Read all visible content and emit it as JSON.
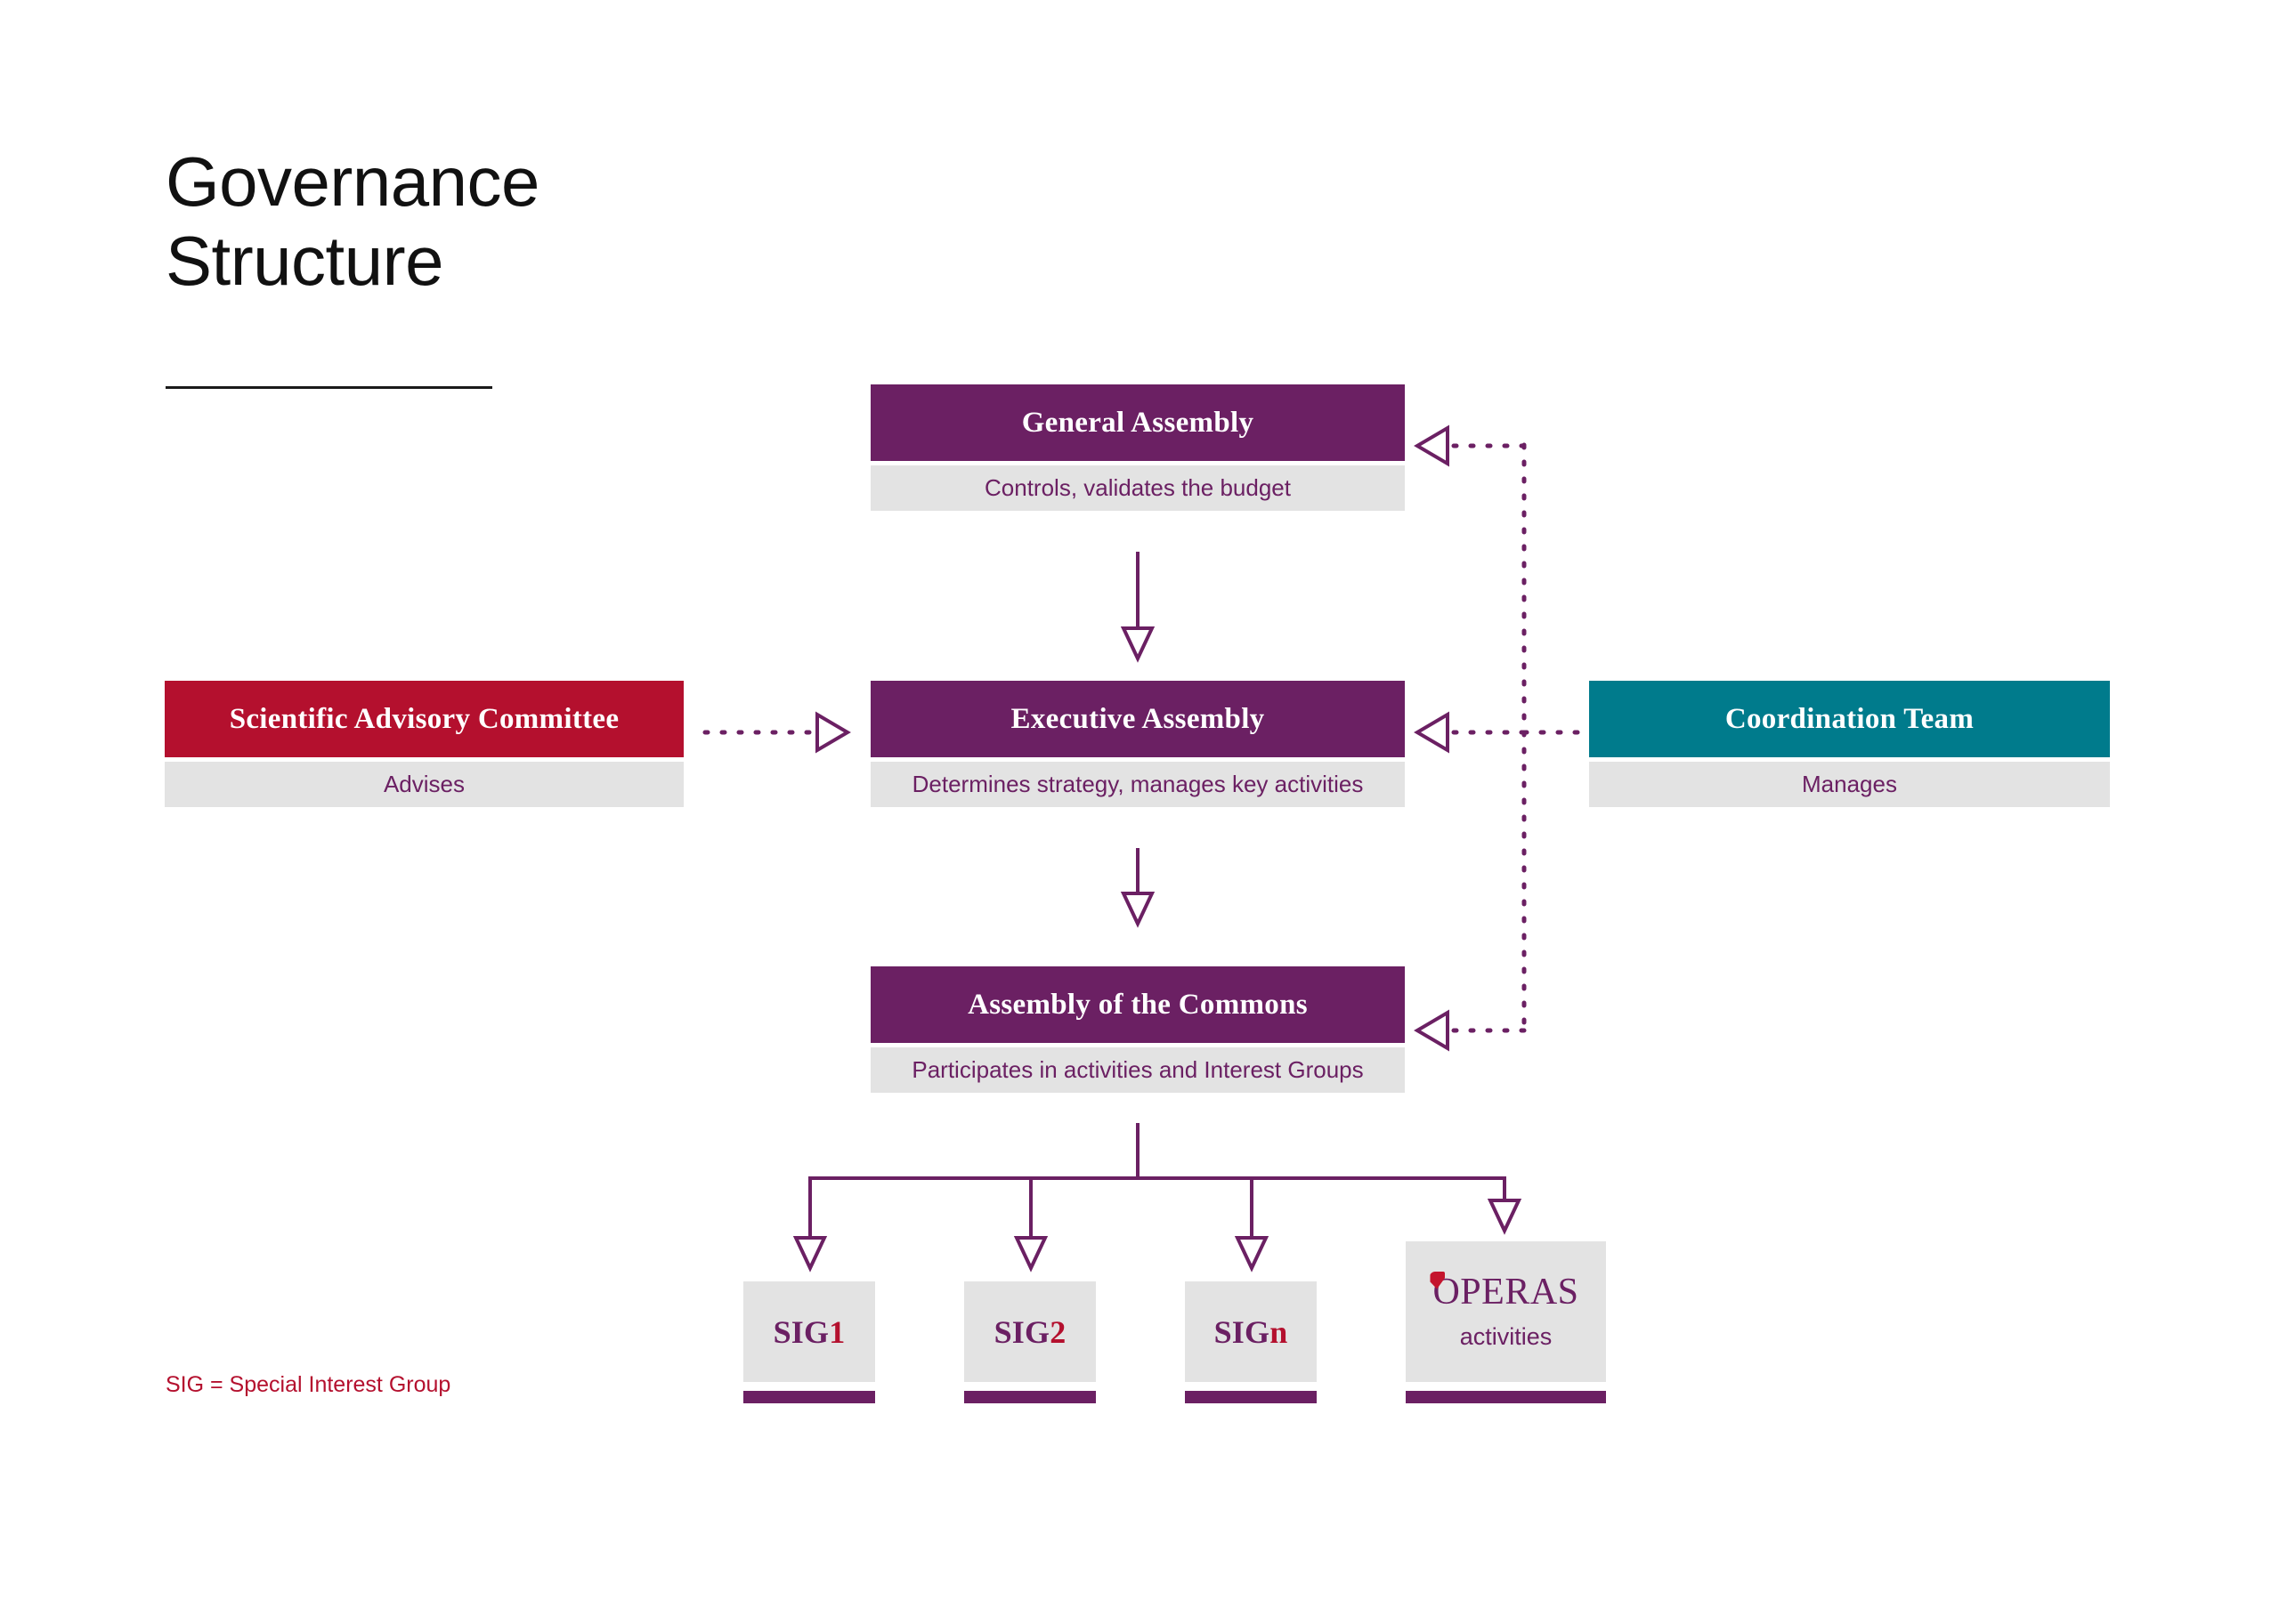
{
  "page": {
    "title_line_1": "Governance",
    "title_line_2": "Structure",
    "background_color": "#ffffff"
  },
  "colors": {
    "purple": "#6b2063",
    "red": "#b4102e",
    "teal": "#007b8c",
    "band_gray": "#e3e3e3",
    "title_text": "#111111"
  },
  "nodes": {
    "general_assembly": {
      "title": "General Assembly",
      "subtitle": "Controls, validates the budget",
      "header_color": "#6b2063"
    },
    "executive_assembly": {
      "title": "Executive Assembly",
      "subtitle": "Determines strategy, manages key activities",
      "header_color": "#6b2063"
    },
    "assembly_of_the_commons": {
      "title": "Assembly of the Commons",
      "subtitle": "Participates in activities and Interest Groups",
      "header_color": "#6b2063"
    },
    "scientific_advisory_committee": {
      "title": "Scientific Advisory Committee",
      "subtitle": "Advises",
      "header_color": "#b4102e"
    },
    "coordination_team": {
      "title": "Coordination Team",
      "subtitle": "Manages",
      "header_color": "#007b8c"
    }
  },
  "interest_groups": [
    {
      "prefix": "SIG",
      "suffix": "1"
    },
    {
      "prefix": "SIG",
      "suffix": "2"
    },
    {
      "prefix": "SIG",
      "suffix": "n"
    }
  ],
  "operas_box": {
    "wordmark": "OPERAS",
    "caption": "activities"
  },
  "legend": {
    "text": "SIG = Special Interest Group"
  },
  "connectors": [
    {
      "name": "general-to-executive",
      "style": "solid",
      "from": "general_assembly",
      "to": "executive_assembly",
      "direction": "down"
    },
    {
      "name": "executive-to-commons",
      "style": "solid",
      "from": "executive_assembly",
      "to": "assembly_of_the_commons",
      "direction": "down"
    },
    {
      "name": "advisory-to-executive",
      "style": "dotted",
      "from": "scientific_advisory_committee",
      "to": "executive_assembly",
      "direction": "right"
    },
    {
      "name": "coordination-to-general",
      "style": "dotted",
      "from": "coordination_team",
      "to": "general_assembly",
      "direction": "left"
    },
    {
      "name": "coordination-to-executive",
      "style": "dotted",
      "from": "coordination_team",
      "to": "executive_assembly",
      "direction": "left"
    },
    {
      "name": "coordination-to-commons",
      "style": "dotted",
      "from": "coordination_team",
      "to": "assembly_of_the_commons",
      "direction": "left"
    },
    {
      "name": "commons-to-sig1",
      "style": "solid",
      "from": "assembly_of_the_commons",
      "to": "sig-1",
      "direction": "down"
    },
    {
      "name": "commons-to-sig2",
      "style": "solid",
      "from": "assembly_of_the_commons",
      "to": "sig-2",
      "direction": "down"
    },
    {
      "name": "commons-to-sign",
      "style": "solid",
      "from": "assembly_of_the_commons",
      "to": "sig-n",
      "direction": "down"
    },
    {
      "name": "commons-to-operas",
      "style": "solid",
      "from": "assembly_of_the_commons",
      "to": "sig-operas",
      "direction": "down"
    }
  ]
}
